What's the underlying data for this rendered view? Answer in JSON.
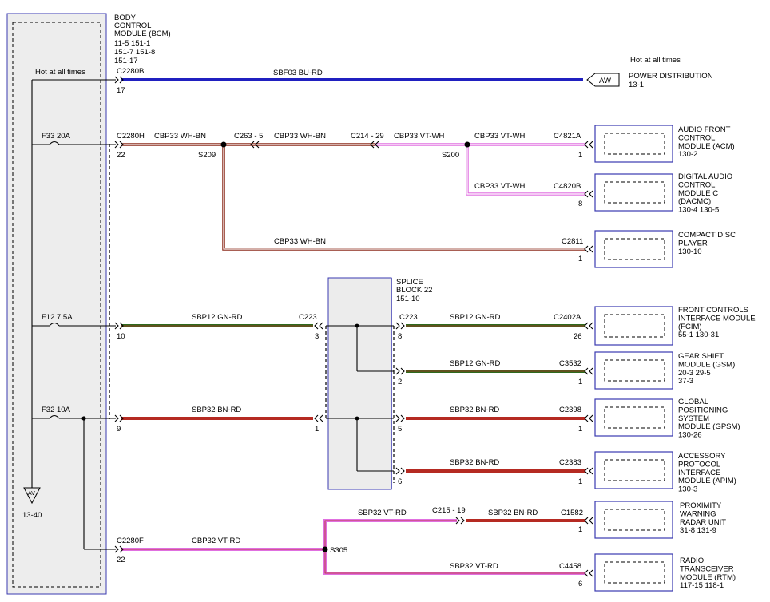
{
  "bcm": {
    "title_lines": [
      "BODY",
      "CONTROL",
      "MODULE (BCM)"
    ],
    "ref_lines": [
      "11-5    151-1",
      "151-7  151-8",
      "151-17"
    ]
  },
  "hot_left": "Hot at all times",
  "hot_right": "Hot at all times",
  "ground": {
    "symbol": "AV",
    "ref": "13-40"
  },
  "fuses": {
    "f33": "F33   20A",
    "f12": "F12   7.5A",
    "f32": "F32   10A"
  },
  "power_dist": {
    "connector": "C2280B",
    "pin": "17",
    "circuit": "SBF03   BU-RD",
    "tag": "AW",
    "label": "POWER DISTRIBUTION",
    "ref": "13-1"
  },
  "bcm_conn": {
    "h": "C2280H",
    "h_pin": "22",
    "f": "C2280F",
    "f_pin": "22",
    "pin_f12": "10",
    "pin_f32": "9"
  },
  "audio": {
    "c1": "CBP33   WH-BN",
    "c263": "C263 - 5",
    "c2": "CBP33   WH-BN",
    "c214": "C214 - 29",
    "c3": "CBP33   VT-WH",
    "c4": "CBP33   VT-WH",
    "s209": "S209",
    "s200": "S200",
    "c4821": "C4821A",
    "c4820": "C4820B",
    "c5": "CBP33   VT-WH",
    "c6": "CBP33   WH-BN",
    "c2811": "C2811",
    "pin_acm": "1",
    "pin_dacmc": "8",
    "pin_cd": "1"
  },
  "splice": {
    "title_lines": [
      "SPLICE",
      "BLOCK 22"
    ],
    "ref": "151-10",
    "c223_left": "C223",
    "c223_right": "C223",
    "pin3": "3",
    "pin1": "1",
    "pin8": "8",
    "pin2": "2",
    "pin5": "5",
    "pin6": "6"
  },
  "sbp12": {
    "main": "SBP12   GN-RD",
    "to_fcim": "SBP12   GN-RD",
    "to_gsm": "SBP12   GN-RD",
    "c2402": "C2402A",
    "c3532": "C3532",
    "pin_fcim": "26",
    "pin_gsm": "1"
  },
  "sbp32": {
    "main": "SBP32   BN-RD",
    "to_gpsm": "SBP32   BN-RD",
    "to_apim": "SBP32   BN-RD",
    "c2398": "C2398",
    "c2383": "C2383",
    "pin_gpsm": "1",
    "pin_apim": "1"
  },
  "radar": {
    "c1": "SBP32   VT-RD",
    "c215": "C215 - 19",
    "c2": "SBP32   BN-RD",
    "c1582": "C1582",
    "pin": "1",
    "s305": "S305",
    "c3": "CBP32   VT-RD",
    "c4": "SBP32   VT-RD",
    "c4458": "C4458",
    "pin_rtm": "6"
  },
  "modules": {
    "acm": {
      "lines": [
        "AUDIO FRONT",
        "CONTROL",
        "MODULE (ACM)",
        "130-2"
      ]
    },
    "dacmc": {
      "lines": [
        "DIGITAL AUDIO",
        "CONTROL",
        "MODULE C",
        "(DACMC)",
        "130-4   130-5"
      ]
    },
    "cd": {
      "lines": [
        "COMPACT DISC",
        "PLAYER",
        "130-10"
      ]
    },
    "fcim": {
      "lines": [
        "FRONT CONTROLS",
        "INTERFACE MODULE",
        "(FCIM)",
        "55-1      130-31"
      ]
    },
    "gsm": {
      "lines": [
        "GEAR SHIFT",
        "MODULE (GSM)",
        "20-3    29-5",
        "37-3"
      ]
    },
    "gpsm": {
      "lines": [
        "GLOBAL",
        "POSITIONING",
        "SYSTEM",
        "MODULE (GPSM)",
        "130-26"
      ]
    },
    "apim": {
      "lines": [
        "ACCESSORY",
        "PROTOCOL",
        "INTERFACE",
        "MODULE (APIM)",
        "130-3"
      ]
    },
    "radar": {
      "lines": [
        "PROXIMITY",
        "WARNING",
        "RADAR UNIT",
        "31-8    131-9"
      ]
    },
    "rtm": {
      "lines": [
        "RADIO",
        "TRANSCEIVER",
        "MODULE (RTM)",
        "117-15 118-1"
      ]
    }
  },
  "colors": {
    "blue": "#2020c0",
    "white_brown": "#8b2a1a",
    "violet_white": "#e070e0",
    "green": "#2e6b1e",
    "brown_red": "#b52a22",
    "violet_red": "#e070e0",
    "box": "#3a3ab0"
  }
}
